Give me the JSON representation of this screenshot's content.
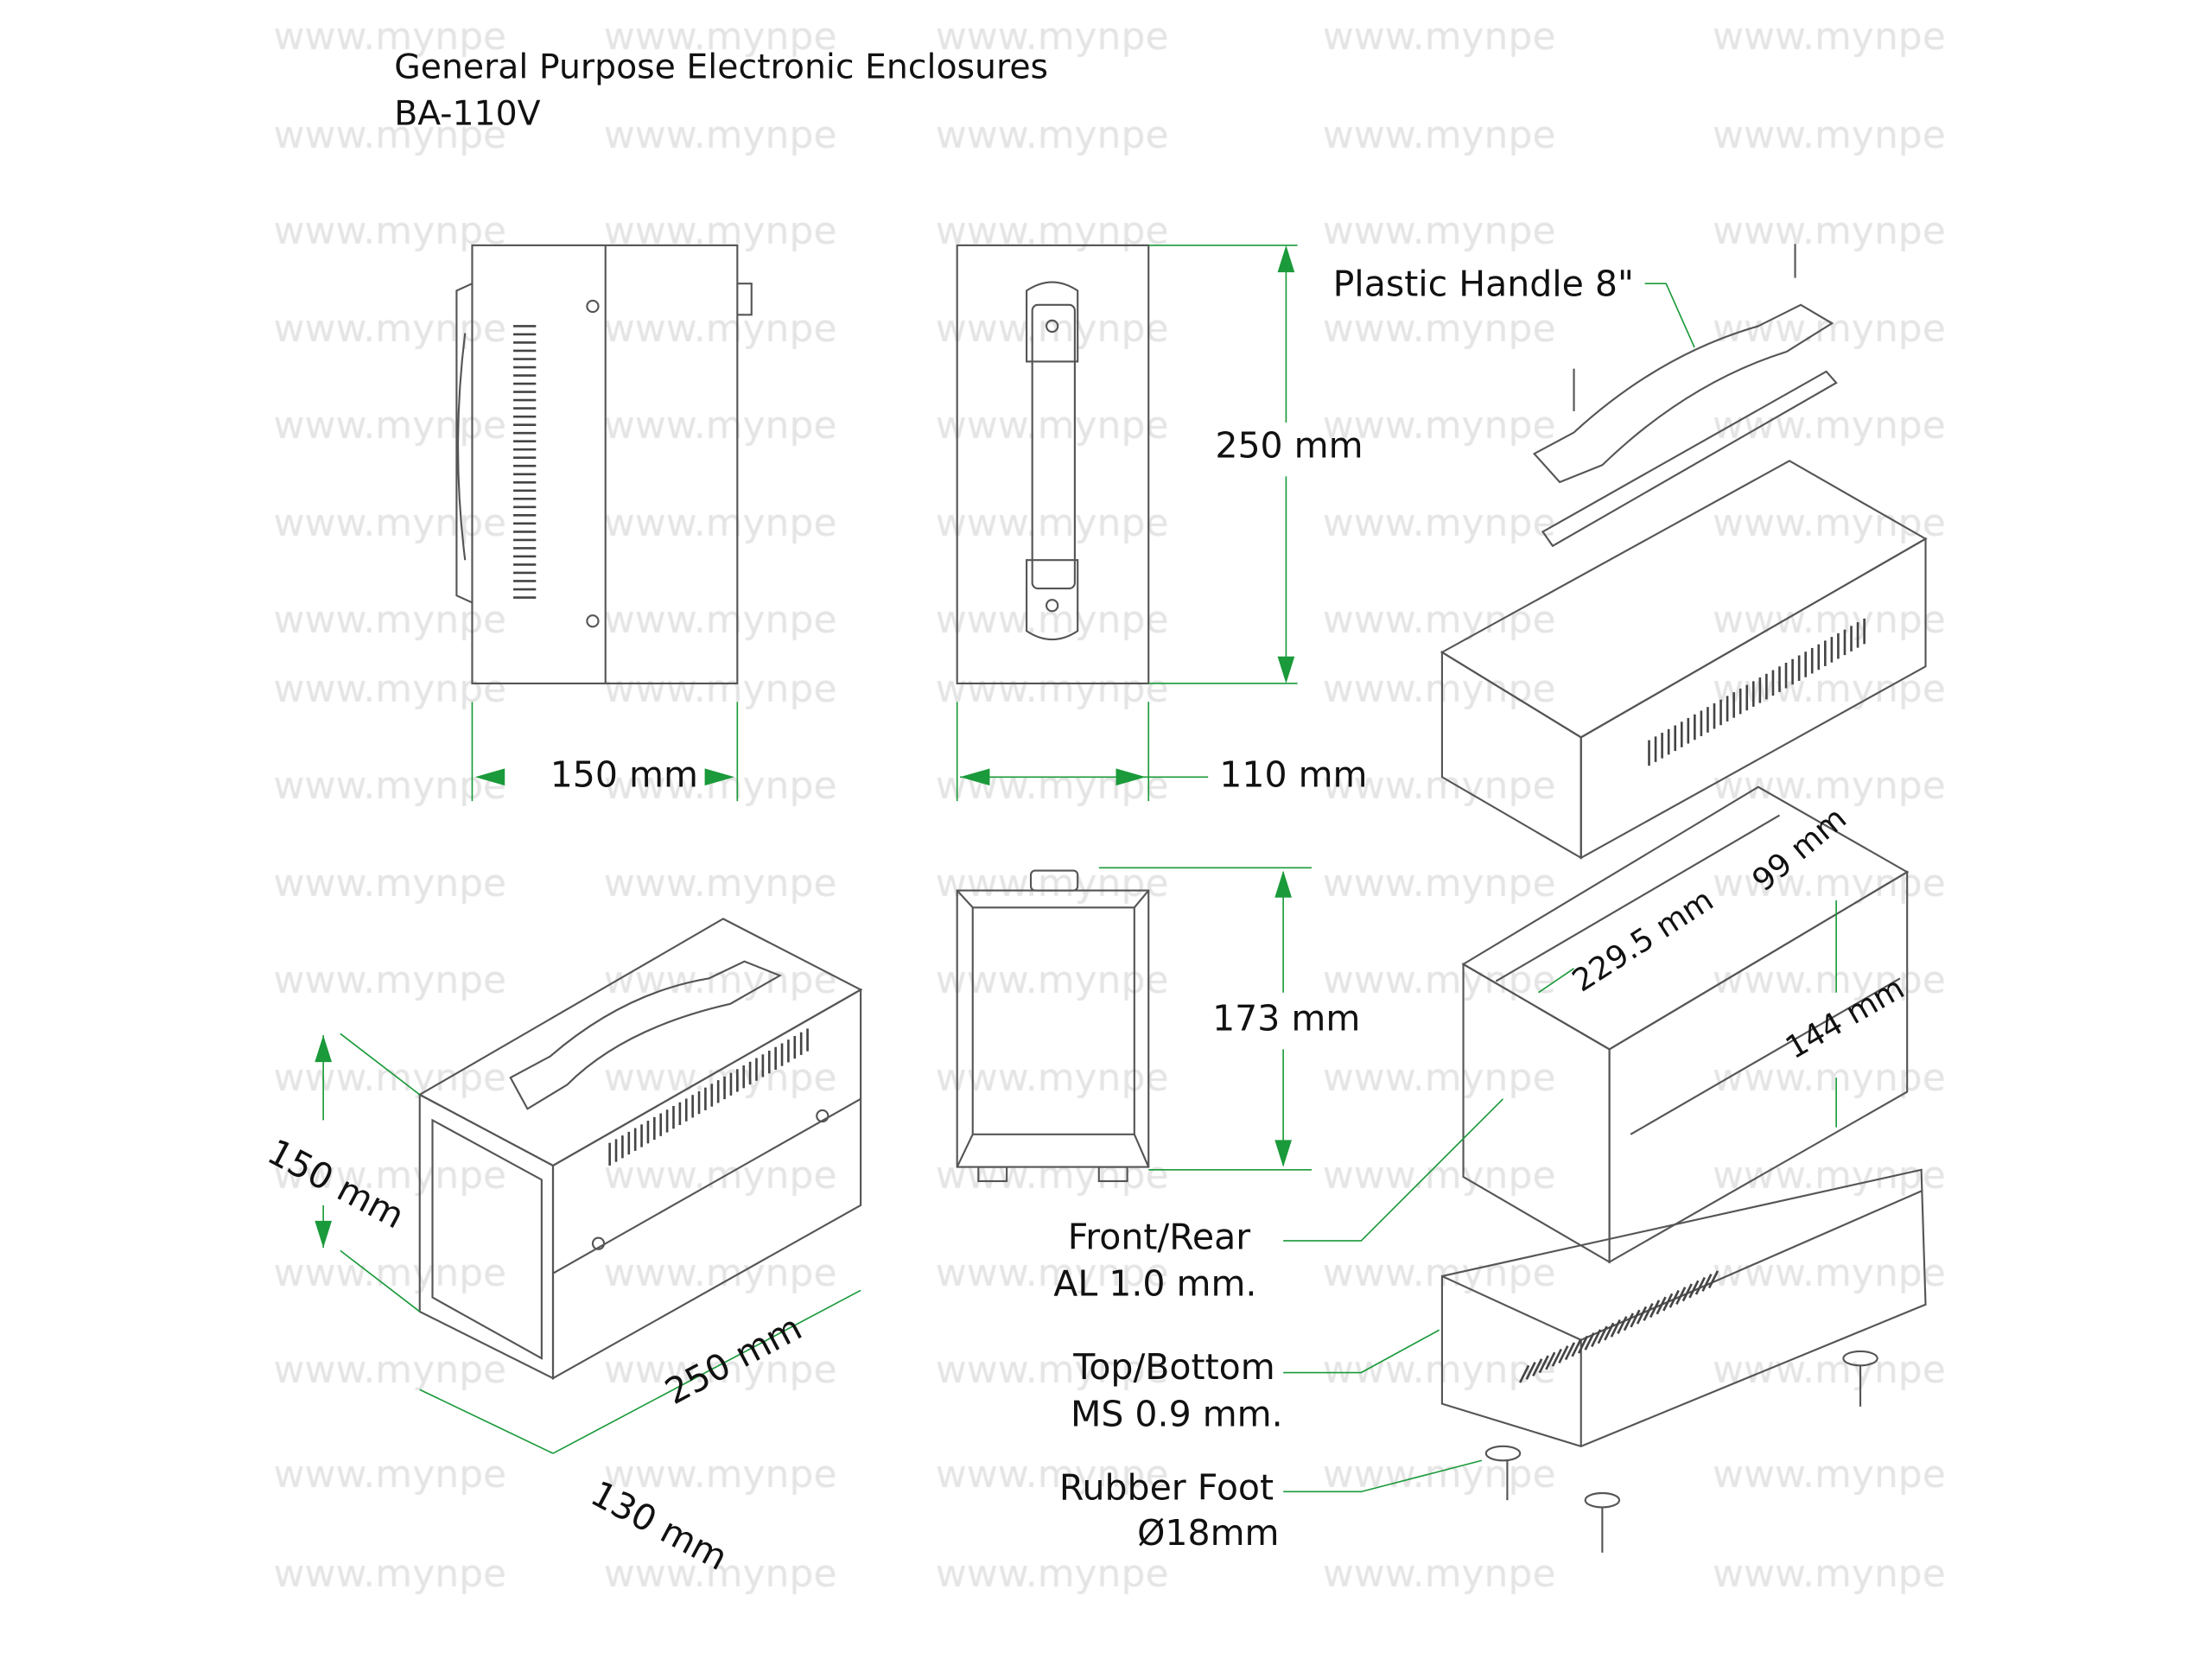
{
  "title": "General Purpose Electronic Enclosures",
  "model": "BA-110V",
  "watermark": "www.mynpe",
  "colors": {
    "dimension": "#1a9a3a",
    "line": "#555555",
    "watermark": "#e4e4e4"
  },
  "dimensions": {
    "side_height": "250 mm",
    "side_width": "150 mm",
    "front_width": "110 mm",
    "rear_height": "173 mm",
    "iso_height": "150 mm",
    "iso_length": "250 mm",
    "iso_width": "130 mm",
    "inner_length": "229.5 mm",
    "inner_width": "99 mm",
    "inner_height": "144 mm"
  },
  "callouts": {
    "handle": "Plastic Handle 8\"",
    "front_rear_1": "Front/Rear",
    "front_rear_2": "AL 1.0 mm.",
    "top_bottom_1": "Top/Bottom",
    "top_bottom_2": "MS 0.9 mm.",
    "foot_1": "Rubber Foot",
    "foot_2": "Ø18mm"
  }
}
